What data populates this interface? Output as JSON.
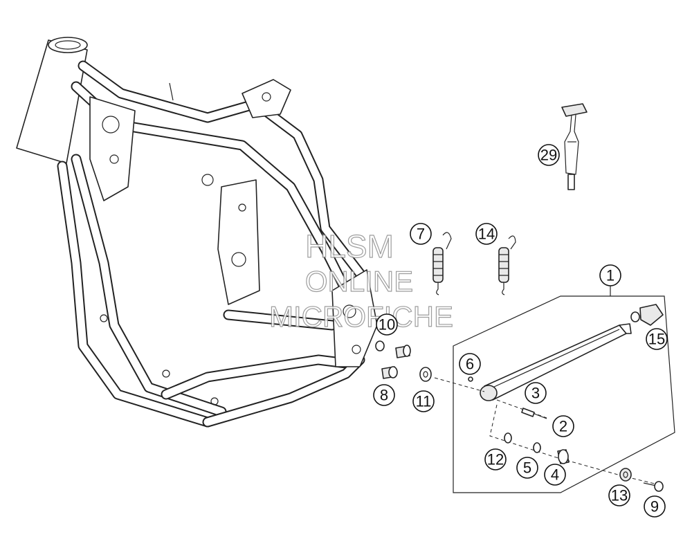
{
  "diagram": {
    "type": "exploded parts diagram",
    "callouts": [
      {
        "id": "c1",
        "label": "1"
      },
      {
        "id": "c2",
        "label": "2"
      },
      {
        "id": "c3",
        "label": "3"
      },
      {
        "id": "c4",
        "label": "4"
      },
      {
        "id": "c5",
        "label": "5"
      },
      {
        "id": "c6",
        "label": "6"
      },
      {
        "id": "c7",
        "label": "7"
      },
      {
        "id": "c8",
        "label": "8"
      },
      {
        "id": "c9",
        "label": "9"
      },
      {
        "id": "c10",
        "label": "10"
      },
      {
        "id": "c11",
        "label": "11"
      },
      {
        "id": "c12",
        "label": "12"
      },
      {
        "id": "c13",
        "label": "13"
      },
      {
        "id": "c14",
        "label": "14"
      },
      {
        "id": "c15",
        "label": "15"
      },
      {
        "id": "c29",
        "label": "29"
      }
    ]
  },
  "watermark": {
    "line1": "HLSM",
    "line2": "ONLINE",
    "line3": "MICROFICHE"
  },
  "colors": {
    "line": "#222222",
    "background": "#ffffff",
    "watermark_outline": "#8c8c8c"
  }
}
